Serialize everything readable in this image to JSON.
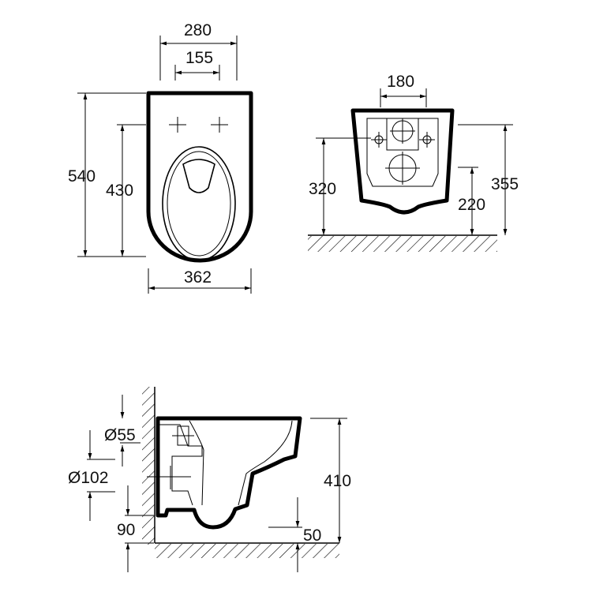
{
  "top_view": {
    "width_outer": "280",
    "hole_spacing": "155",
    "length": "540",
    "seat_length": "430",
    "width": "362"
  },
  "front_view": {
    "bolt_spacing": "180",
    "inlet_height": "320",
    "top_height": "355",
    "outlet_height": "220"
  },
  "side_view": {
    "inlet_diameter": "Ø55",
    "outlet_diameter": "Ø102",
    "outlet_height": "90",
    "height": "410",
    "clearance": "50"
  },
  "colors": {
    "line": "#000000",
    "background": "#ffffff"
  }
}
